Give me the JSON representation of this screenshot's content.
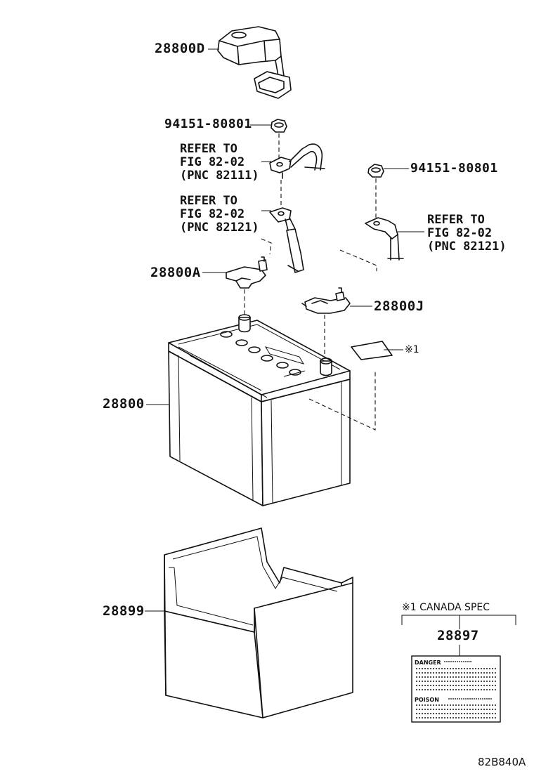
{
  "parts": {
    "cover": "28800D",
    "nut_top": "94151-80801",
    "nut_right": "94151-80801",
    "terminal_pos": "28800A",
    "terminal_neg": "28800J",
    "battery": "28800",
    "tray": "28899",
    "label": "28897"
  },
  "refs": {
    "ref1": "REFER TO\nFIG 82-02\n(PNC 82111)",
    "ref2": "REFER TO\nFIG 82-02\n(PNC 82121)",
    "ref3": "REFER TO\nFIG 82-02\n(PNC 82121)"
  },
  "note_mark": "※1",
  "canada_spec": "※1 CANADA SPEC",
  "warning": {
    "danger": "DANGER",
    "poison": "POISON"
  },
  "figure_id": "82B840A"
}
